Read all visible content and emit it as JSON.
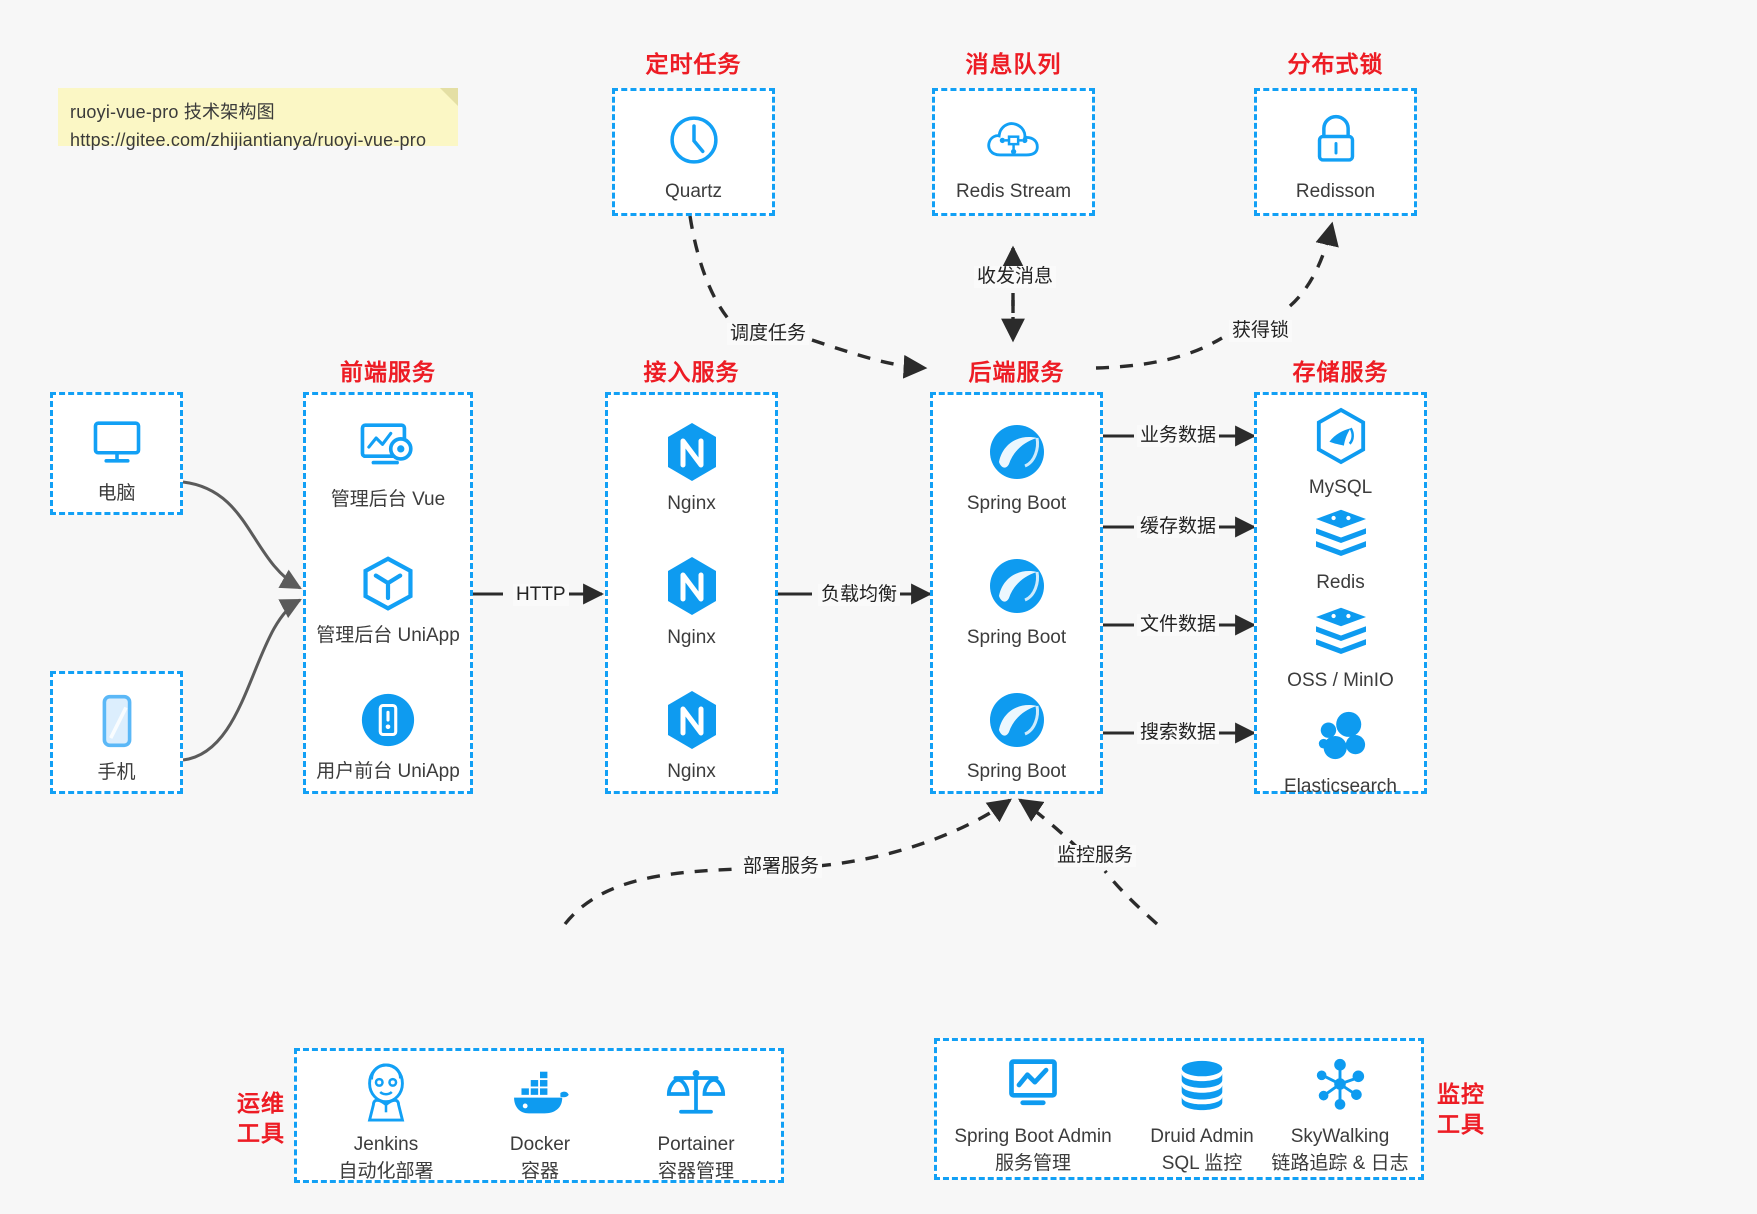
{
  "note": {
    "line1": "ruoyi-vue-pro 技术架构图",
    "line2": "https://gitee.com/zhijiantianya/ruoyi-vue-pro"
  },
  "colors": {
    "accent_blue": "#12a0f5",
    "title_red": "#ed1c24",
    "background": "#f7f7f7",
    "note_yellow": "#fbf7c5"
  },
  "groups": {
    "scheduled_task": {
      "title": "定时任务",
      "nodes": [
        {
          "label": "Quartz",
          "icon": "clock-icon"
        }
      ]
    },
    "message_queue": {
      "title": "消息队列",
      "nodes": [
        {
          "label": "Redis Stream",
          "icon": "cloud-stream-icon"
        }
      ]
    },
    "distributed_lock": {
      "title": "分布式锁",
      "nodes": [
        {
          "label": "Redisson",
          "icon": "lock-icon"
        }
      ]
    },
    "clients": {
      "nodes": [
        {
          "label": "电脑",
          "icon": "desktop-icon"
        },
        {
          "label": "手机",
          "icon": "mobile-icon"
        }
      ]
    },
    "frontend": {
      "title": "前端服务",
      "nodes": [
        {
          "label": "管理后台 Vue",
          "icon": "dashboard-gear-icon"
        },
        {
          "label": "管理后台 UniApp",
          "icon": "cube-icon"
        },
        {
          "label": "用户前台 UniApp",
          "icon": "app-circle-icon"
        }
      ]
    },
    "gateway": {
      "title": "接入服务",
      "nodes": [
        {
          "label": "Nginx",
          "icon": "nginx-icon"
        },
        {
          "label": "Nginx",
          "icon": "nginx-icon"
        },
        {
          "label": "Nginx",
          "icon": "nginx-icon"
        }
      ]
    },
    "backend": {
      "title": "后端服务",
      "nodes": [
        {
          "label": "Spring Boot",
          "icon": "spring-icon"
        },
        {
          "label": "Spring Boot",
          "icon": "spring-icon"
        },
        {
          "label": "Spring Boot",
          "icon": "spring-icon"
        }
      ]
    },
    "storage": {
      "title": "存储服务",
      "nodes": [
        {
          "label": "MySQL",
          "icon": "mysql-icon"
        },
        {
          "label": "Redis",
          "icon": "redis-icon"
        },
        {
          "label": "OSS / MinIO",
          "icon": "oss-icon"
        },
        {
          "label": "Elasticsearch",
          "icon": "elasticsearch-icon"
        }
      ]
    },
    "devops": {
      "title": "运维\n工具",
      "title_line1": "运维",
      "title_line2": "工具",
      "nodes": [
        {
          "label": "Jenkins",
          "sublabel": "自动化部署",
          "icon": "jenkins-icon"
        },
        {
          "label": "Docker",
          "sublabel": "容器",
          "icon": "docker-icon"
        },
        {
          "label": "Portainer",
          "sublabel": "容器管理",
          "icon": "scales-icon"
        }
      ]
    },
    "monitoring": {
      "title_line1": "监控",
      "title_line2": "工具",
      "nodes": [
        {
          "label": "Spring Boot Admin",
          "sublabel": "服务管理",
          "icon": "monitor-chart-icon"
        },
        {
          "label": "Druid Admin",
          "sublabel": "SQL 监控",
          "icon": "database-icon"
        },
        {
          "label": "SkyWalking",
          "sublabel": "链路追踪 & 日志",
          "icon": "skywalking-icon"
        }
      ]
    }
  },
  "edges": [
    {
      "label": "HTTP",
      "from": "frontend",
      "to": "gateway",
      "style": "solid"
    },
    {
      "label": "负载均衡",
      "from": "gateway",
      "to": "backend",
      "style": "solid"
    },
    {
      "label": "调度任务",
      "from": "scheduled_task",
      "to": "backend",
      "style": "dashed"
    },
    {
      "label": "收发消息",
      "from": "backend",
      "to": "message_queue",
      "style": "dashed-bidirectional"
    },
    {
      "label": "获得锁",
      "from": "backend",
      "to": "distributed_lock",
      "style": "dashed"
    },
    {
      "label": "业务数据",
      "from": "backend",
      "to": "storage.MySQL",
      "style": "solid"
    },
    {
      "label": "缓存数据",
      "from": "backend",
      "to": "storage.Redis",
      "style": "solid"
    },
    {
      "label": "文件数据",
      "from": "backend",
      "to": "storage.OSS",
      "style": "solid"
    },
    {
      "label": "搜索数据",
      "from": "backend",
      "to": "storage.Elasticsearch",
      "style": "solid"
    },
    {
      "label": "部署服务",
      "from": "devops",
      "to": "backend",
      "style": "dashed"
    },
    {
      "label": "监控服务",
      "from": "monitoring",
      "to": "backend",
      "style": "dashed"
    }
  ]
}
